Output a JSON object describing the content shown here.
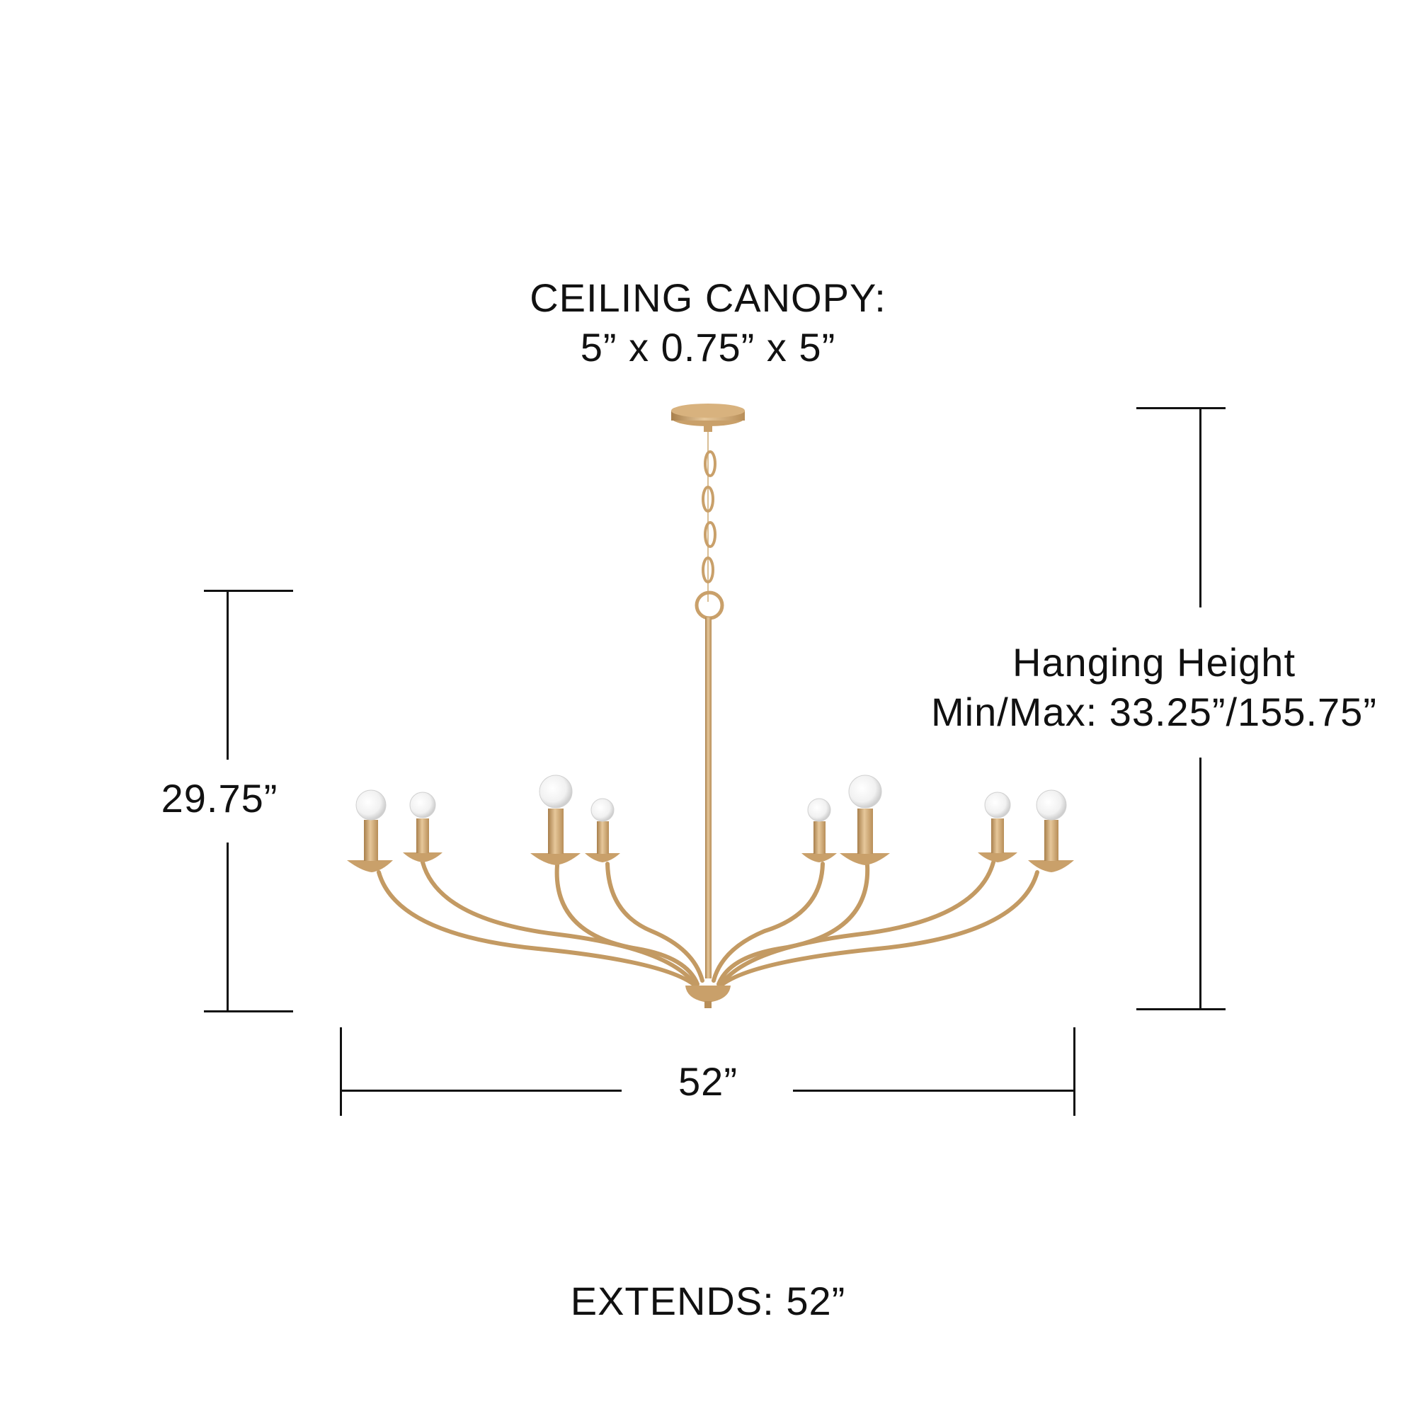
{
  "canopy": {
    "title": "CEILING CANOPY:",
    "size": "5” x 0.75” x 5”"
  },
  "height_dimension": {
    "value": "29.75”"
  },
  "hanging_height": {
    "title": "Hanging Height",
    "range": "Min/Max: 33.25”/155.75”"
  },
  "width_dimension": {
    "value": "52”"
  },
  "extends": {
    "label": "EXTENDS: 52”"
  },
  "product": {
    "finish_color": "#C9A06A",
    "finish_shadow": "#A87F4B",
    "finish_highlight": "#E6C79A",
    "bulb_count": 8,
    "line_color": "#111111"
  }
}
